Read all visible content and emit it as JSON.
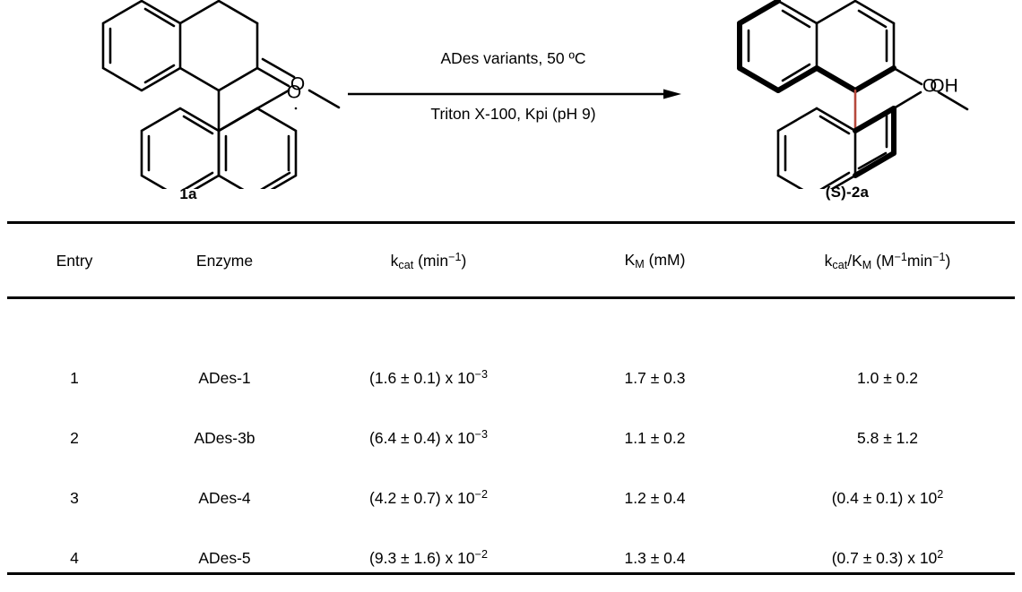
{
  "scheme": {
    "substrate_label": "1a",
    "product_label": "(S)-2a",
    "arrow_above": "ADes variants, 50 ºC",
    "arrow_below": "Triton X-100, Kpi (pH 9)",
    "substrate_atoms": {
      "ketone_oxygen": "O",
      "methoxy_oxygen": "O"
    },
    "product_atoms": {
      "hydroxyl": "OH",
      "methoxy_oxygen": "O"
    },
    "axial_bond_color": "#b5483c",
    "bond_color": "#000000"
  },
  "table": {
    "columns": [
      {
        "key": "entry",
        "label_html": "Entry"
      },
      {
        "key": "enzyme",
        "label_html": "Enzyme"
      },
      {
        "key": "kcat",
        "label_html": "k<sub>cat</sub> (min<sup>−1</sup>)"
      },
      {
        "key": "km",
        "label_html": "K<sub>M</sub> (mM)"
      },
      {
        "key": "kcat_km",
        "label_html": "k<sub>cat</sub>/K<sub>M</sub> (M<sup>−1</sup>min<sup>−1</sup>)"
      }
    ],
    "rows": [
      {
        "entry": "1",
        "enzyme": "ADes-1",
        "kcat_html": "(1.6 ± 0.1) x 10<sup>−3</sup>",
        "km_html": "1.7 ± 0.3",
        "kcat_km_html": "1.0 ± 0.2"
      },
      {
        "entry": "2",
        "enzyme": "ADes-3b",
        "kcat_html": "(6.4 ± 0.4) x 10<sup>−3</sup>",
        "km_html": "1.1 ± 0.2",
        "kcat_km_html": "5.8 ± 1.2"
      },
      {
        "entry": "3",
        "enzyme": "ADes-4",
        "kcat_html": "(4.2 ± 0.7) x 10<sup>−2</sup>",
        "km_html": "1.2 ± 0.4",
        "kcat_km_html": "(0.4 ± 0.1) x 10<sup>2</sup>"
      },
      {
        "entry": "4",
        "enzyme": "ADes-5",
        "kcat_html": "(9.3 ± 1.6) x 10<sup>−2</sup>",
        "km_html": "1.3 ± 0.4",
        "kcat_km_html": "(0.7 ± 0.3) x 10<sup>2</sup>"
      }
    ]
  }
}
